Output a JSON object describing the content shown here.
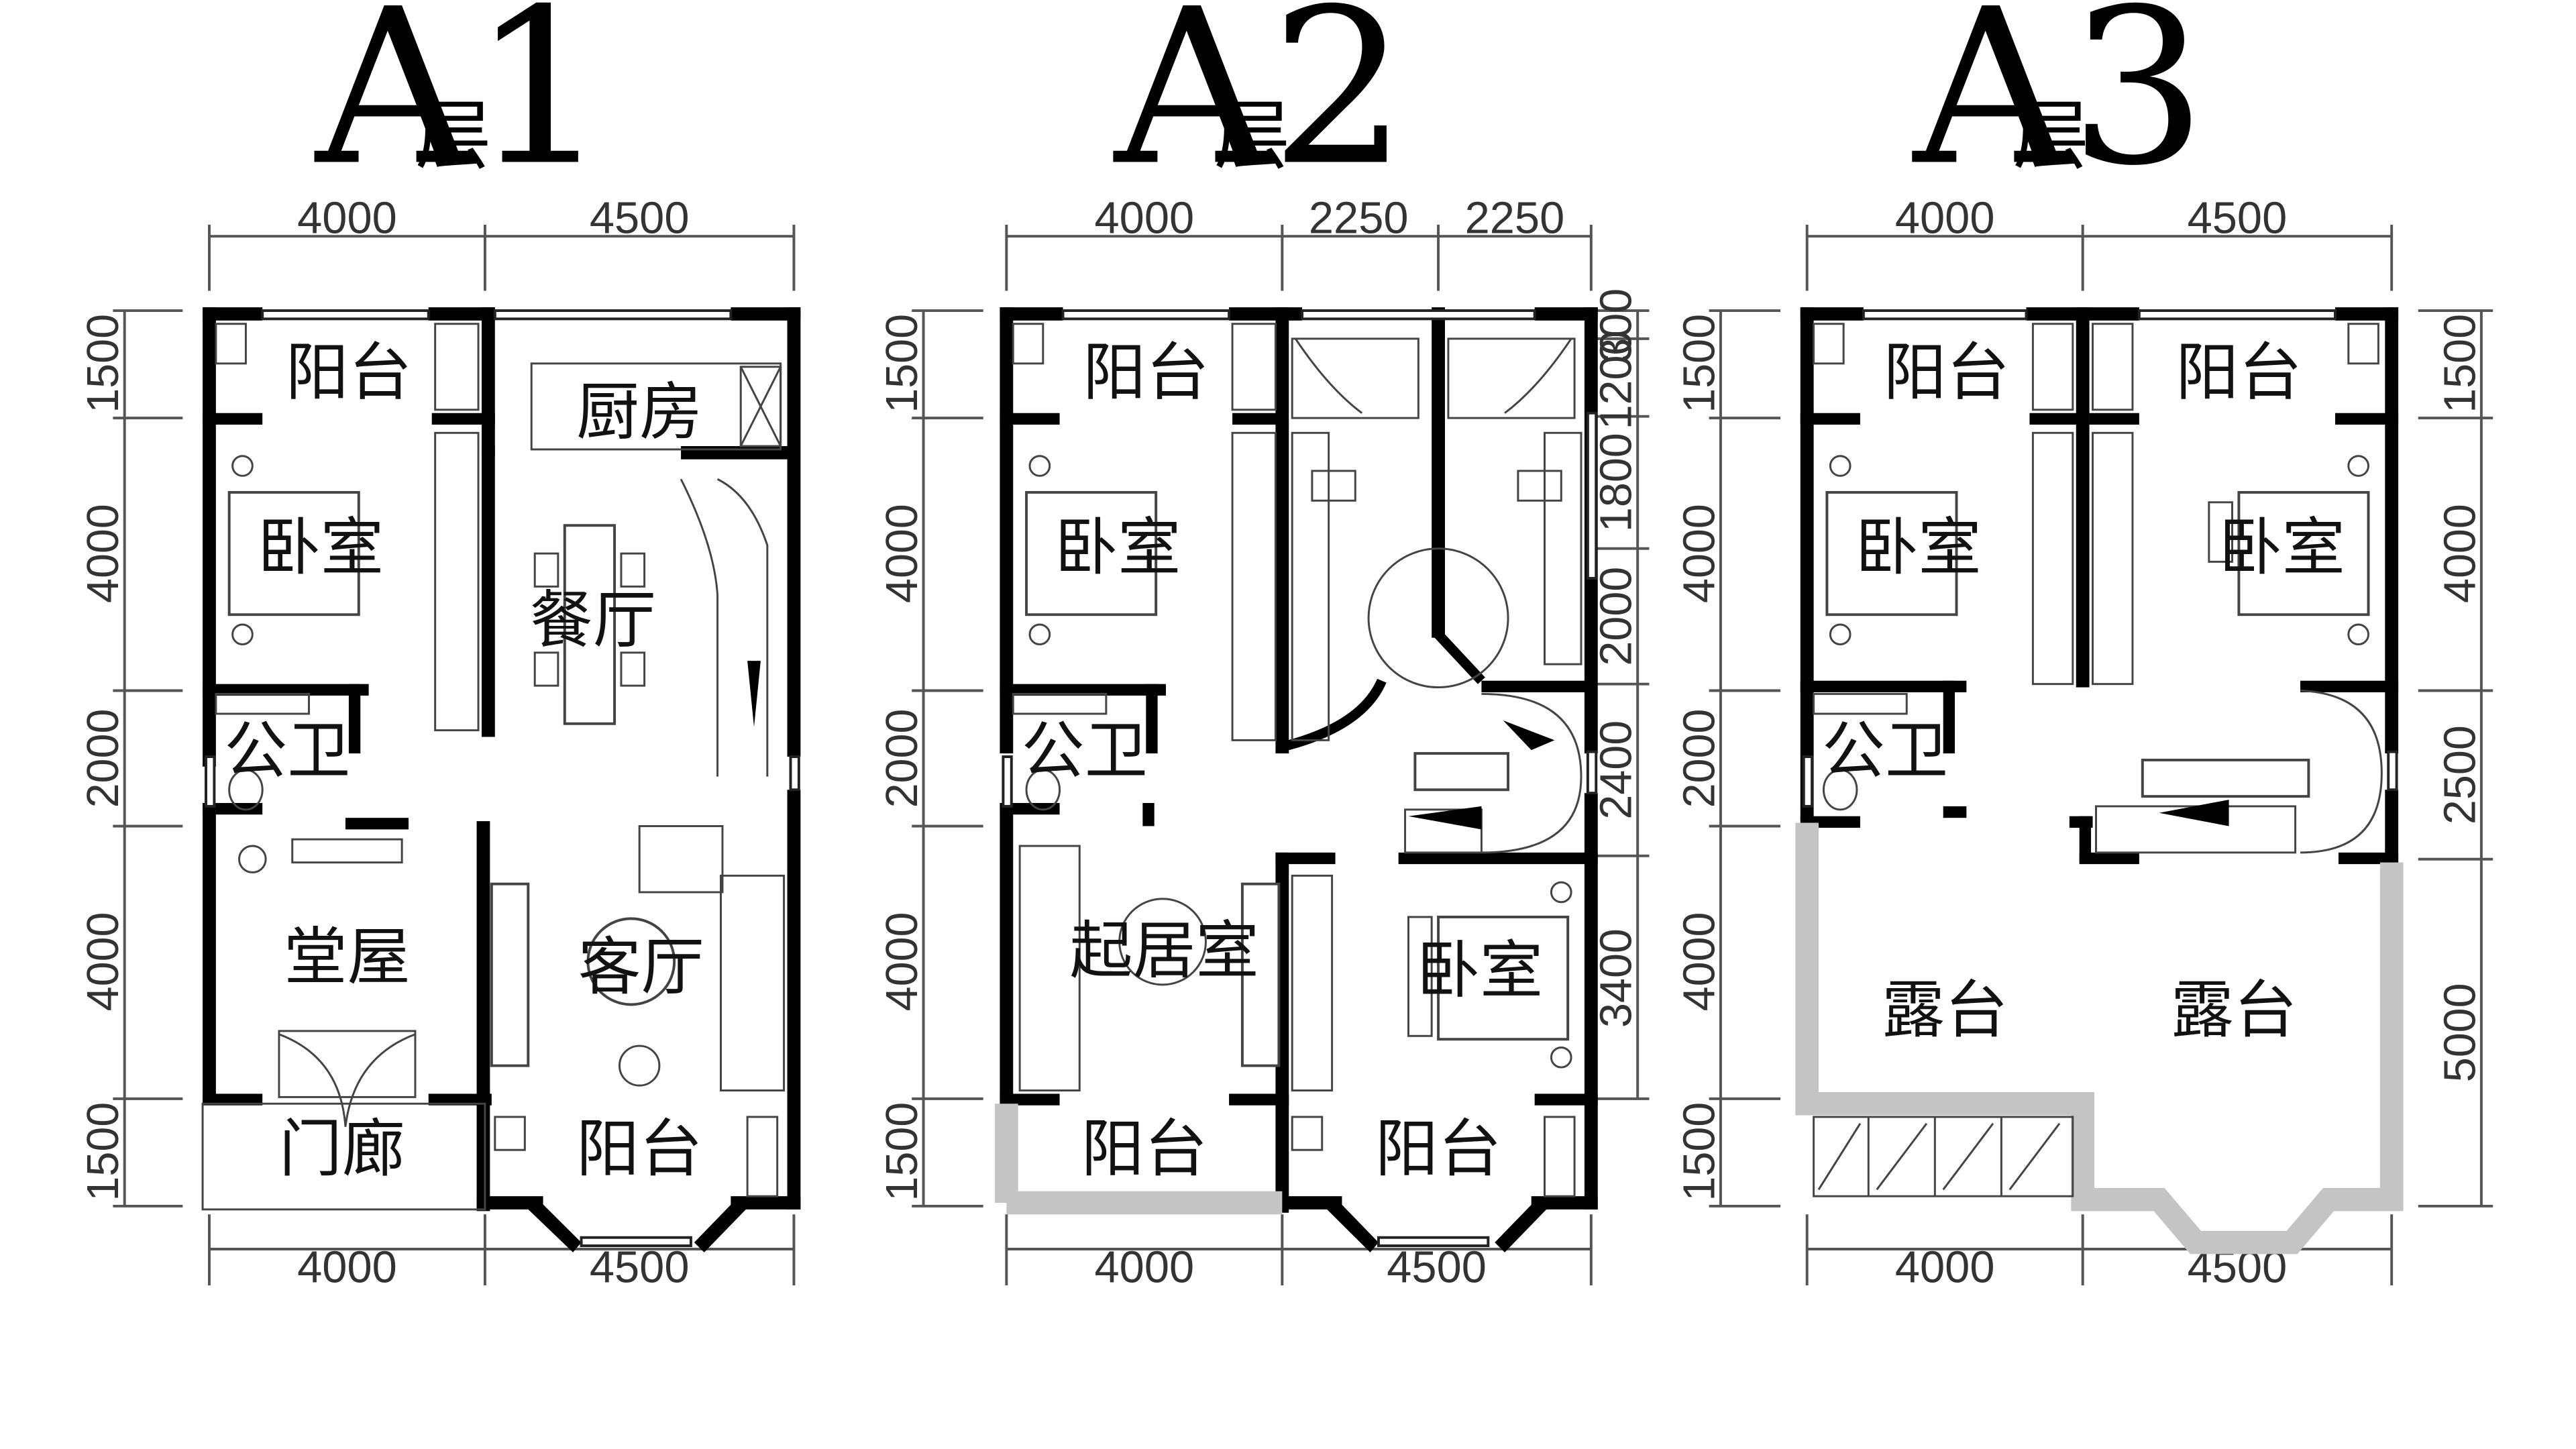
{
  "floors": [
    {
      "title": "A1",
      "title_suffix": "层",
      "rooms": {
        "balcony_top": "阳台",
        "kitchen": "厨房",
        "bedroom": "卧室",
        "dining": "餐厅",
        "bathroom": "公卫",
        "hall": "堂屋",
        "living": "客厅",
        "porch": "门廊",
        "balcony_bottom": "阳台"
      },
      "dims_top": [
        "4000",
        "4500"
      ],
      "dims_bottom": [
        "4000",
        "4500"
      ],
      "dims_left": [
        "1500",
        "4000",
        "2000",
        "4000",
        "1500"
      ]
    },
    {
      "title": "A2",
      "title_suffix": "层",
      "rooms": {
        "balcony_top": "阳台",
        "bedroom_left": "卧室",
        "bathroom": "公卫",
        "sitting_room": "起居室",
        "bedroom_right": "卧室",
        "balcony_bottom_left": "阳台",
        "balcony_bottom_right": "阳台"
      },
      "dims_top": [
        "4000",
        "2250",
        "2250"
      ],
      "dims_bottom": [
        "4000",
        "4500"
      ],
      "dims_left": [
        "1500",
        "4000",
        "2000",
        "4000",
        "1500"
      ],
      "dims_right": [
        "300",
        "1200",
        "1800",
        "2000",
        "2400",
        "3400"
      ]
    },
    {
      "title": "A3",
      "title_suffix": "层",
      "rooms": {
        "balcony_top_left": "阳台",
        "balcony_top_right": "阳台",
        "bedroom_left": "卧室",
        "bedroom_right": "卧室",
        "bathroom": "公卫",
        "terrace_left": "露台",
        "terrace_right": "露台"
      },
      "dims_top": [
        "4000",
        "4500"
      ],
      "dims_bottom": [
        "4000",
        "4500"
      ],
      "dims_left": [
        "1500",
        "4000",
        "2000",
        "4000",
        "1500"
      ],
      "dims_right": [
        "1500",
        "4000",
        "2500",
        "5000"
      ]
    }
  ]
}
